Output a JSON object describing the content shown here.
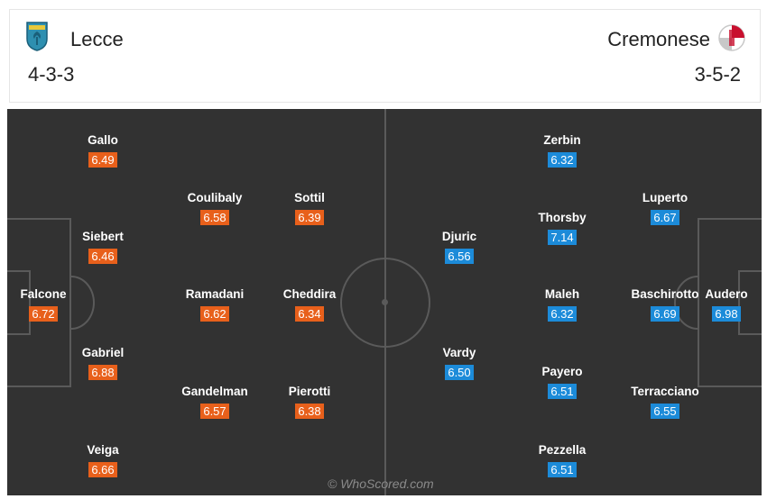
{
  "home": {
    "name": "Lecce",
    "formation": "4-3-3",
    "color": "#e8601b",
    "players": [
      {
        "name": "Falcone",
        "rating": "6.72"
      },
      {
        "name": "Gallo",
        "rating": "6.49"
      },
      {
        "name": "Siebert",
        "rating": "6.46"
      },
      {
        "name": "Gabriel",
        "rating": "6.88"
      },
      {
        "name": "Veiga",
        "rating": "6.66"
      },
      {
        "name": "Coulibaly",
        "rating": "6.58"
      },
      {
        "name": "Ramadani",
        "rating": "6.62"
      },
      {
        "name": "Gandelman",
        "rating": "6.57"
      },
      {
        "name": "Sottil",
        "rating": "6.39"
      },
      {
        "name": "Cheddira",
        "rating": "6.34"
      },
      {
        "name": "Pierotti",
        "rating": "6.38"
      }
    ]
  },
  "away": {
    "name": "Cremonese",
    "formation": "3-5-2",
    "color": "#1c8bd9",
    "players": [
      {
        "name": "Audero",
        "rating": "6.98"
      },
      {
        "name": "Luperto",
        "rating": "6.67"
      },
      {
        "name": "Baschirotto",
        "rating": "6.69"
      },
      {
        "name": "Terracciano",
        "rating": "6.55"
      },
      {
        "name": "Zerbin",
        "rating": "6.32"
      },
      {
        "name": "Thorsby",
        "rating": "7.14"
      },
      {
        "name": "Maleh",
        "rating": "6.32"
      },
      {
        "name": "Payero",
        "rating": "6.51"
      },
      {
        "name": "Pezzella",
        "rating": "6.51"
      },
      {
        "name": "Djuric",
        "rating": "6.56"
      },
      {
        "name": "Vardy",
        "rating": "6.50"
      }
    ]
  },
  "watermark": "© WhoScored.com"
}
